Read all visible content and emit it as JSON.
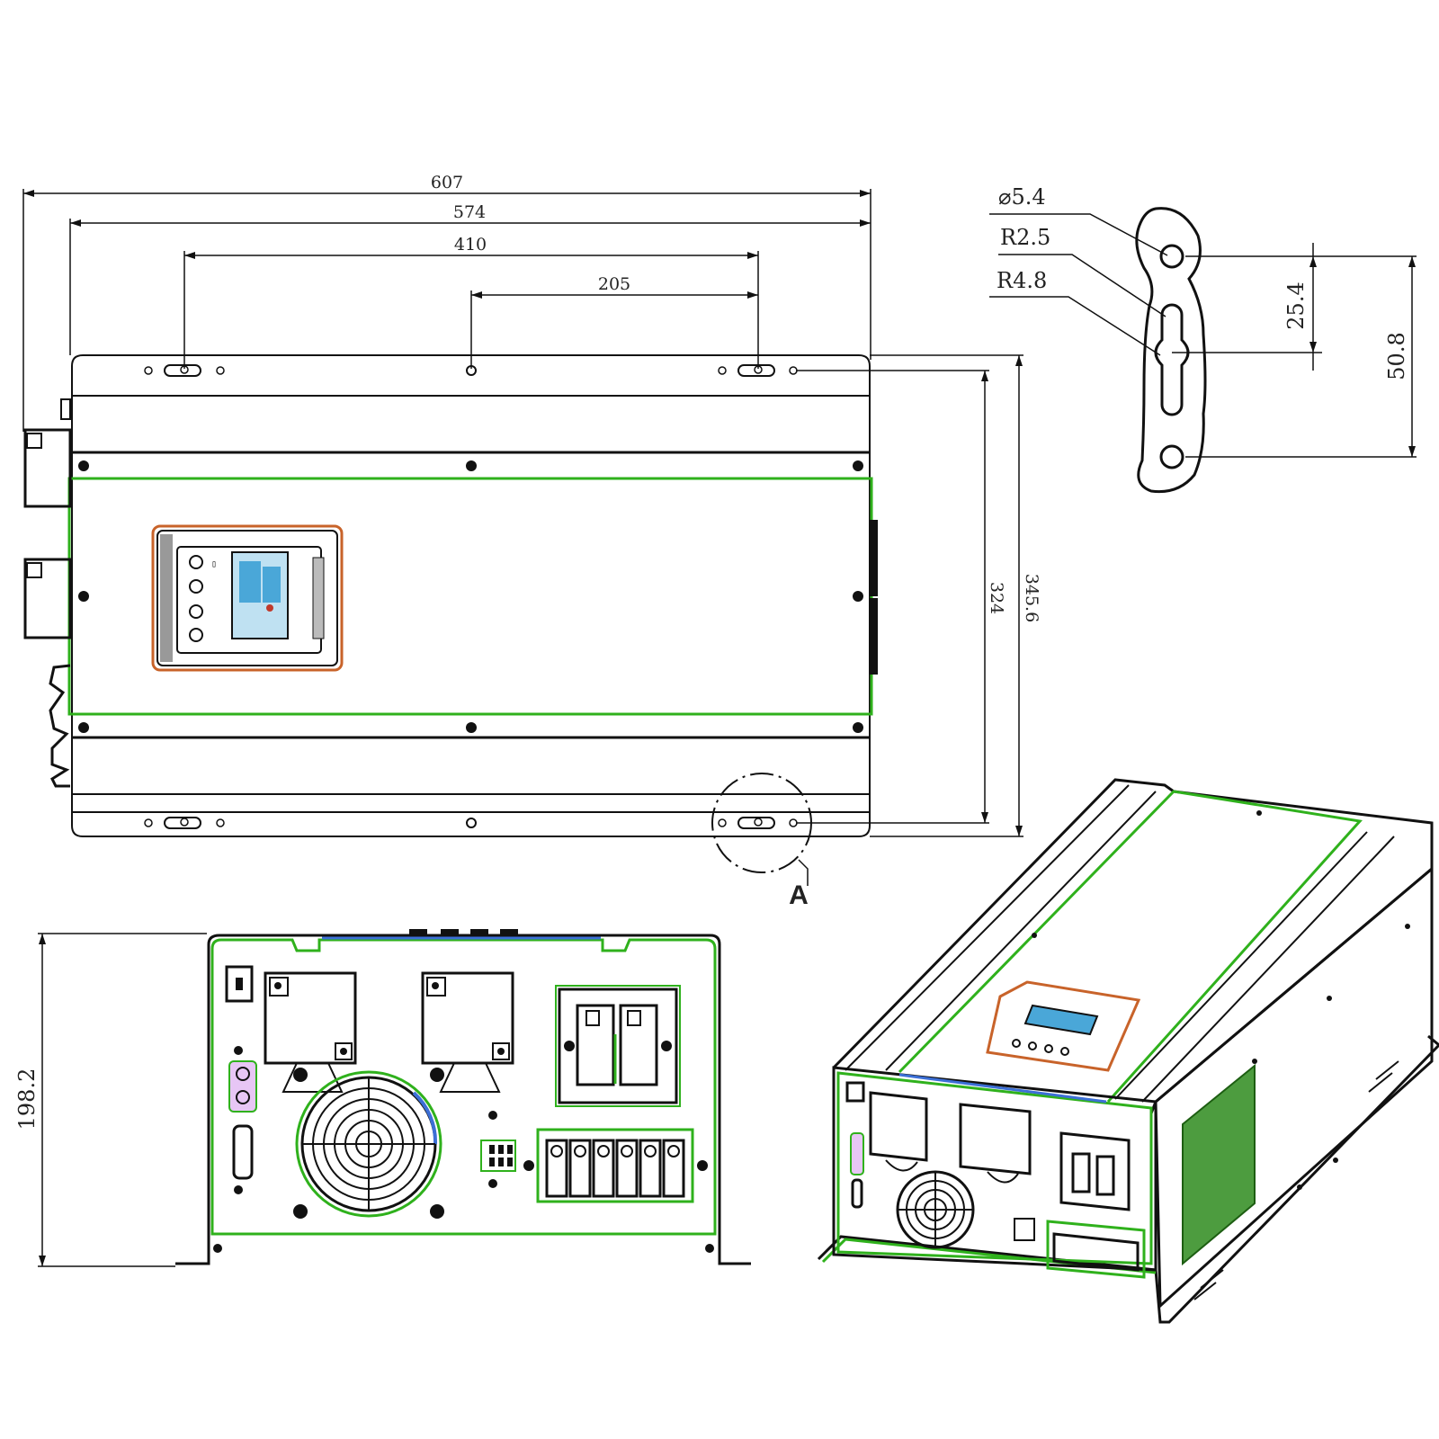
{
  "dimensions": {
    "overall_width": "607",
    "bracket_span": "574",
    "mount_span": "410",
    "half_span": "205",
    "mount_depth": "324",
    "overall_depth": "345.6",
    "height": "198.2"
  },
  "detail": {
    "callout_label": "A",
    "hole_diameter": "5.4",
    "radius_small": "R2.5",
    "radius_large": "R4.8",
    "spacing_1": "25.4",
    "spacing_2": "50.8"
  },
  "colors": {
    "outline": "#111111",
    "highlight": "#2fb11c",
    "panel_accent": "#c8632a",
    "lcd": "#4aa7d8",
    "connector": "#b56ad6"
  }
}
